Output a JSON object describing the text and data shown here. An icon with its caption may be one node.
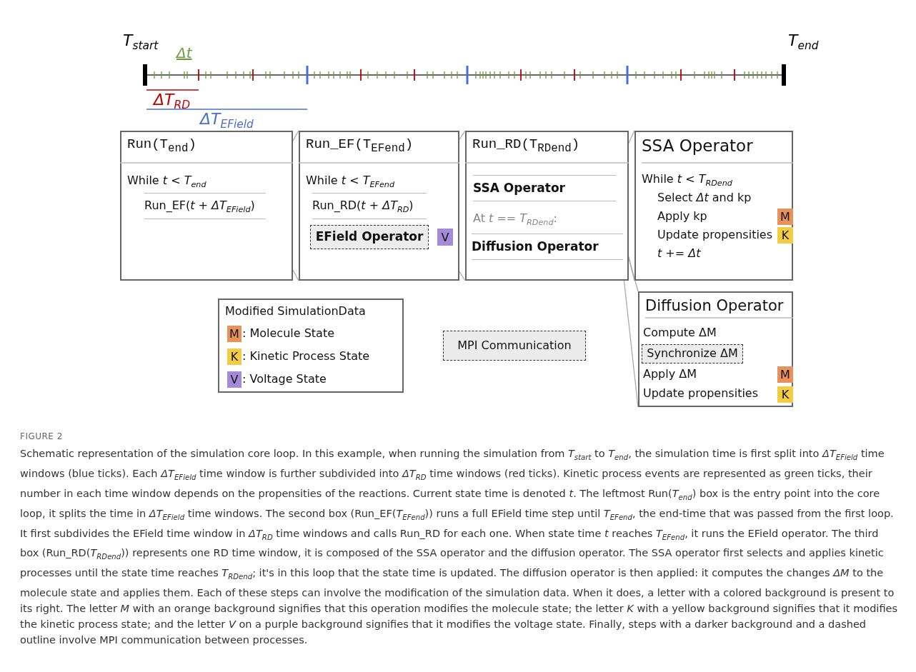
{
  "diagram": {
    "caption": "Schematic representation of the simulation core loop. In this example, when running the simulation from *T*$_{start}$ to *T*$_{end}$, the simulation time is first split into *ΔT*$_{EField}$ time windows (blue ticks). Each *ΔT*$_{EField}$ time window is further subdivided into *ΔT*$_{RD}$ time windows (red ticks). Kinetic process events are represented as green ticks, their number in each time window depends on the propensities of the reactions. Current state time is denoted *t*. The leftmost Run(*T*$_{end}$) box is the entry point into the core loop, it splits the time in *ΔT*$_{EField}$ time windows. The second box (Run_EF(*T*$_{EFend}$)) runs a full EField time step until *T*$_{EFend}$, the end-time that was passed from the first loop. It first subdivides the EField time window in *ΔT*$_{RD}$ time windows and calls Run_RD for each one. When state time *t* reaches *T*$_{EFend}$, it runs the EField operator. The third box (Run_RD(*T*$_{RDend}$)) represents one RD time window, it is composed of the SSA operator and the diffusion operator. The SSA operator first selects and applies kinetic processes until the state time reaches *T*$_{RDend}$; it's in this loop that the state time is updated. The diffusion operator is then applied: it computes the changes *ΔM* to the molecule state and applies them. Each of these steps can involve the modification of the simulation data. When it does, a letter with a colored background is present to its right. The letter *M* with an orange background signifies that this operation modifies the molecule state; the letter *K* with a yellow background signifies that it modifies the kinetic process state; and the letter *V* on a purple background signifies that it modifies the voltage state. Finally, steps with a darker background and a dashed outline involve MPI communication between processes.",
    "nodes": [
      {
        "text": [
          "Run(T$_{end}$)"
        ]
      },
      {
        "text": [
          "While *t* < *T*$_{end}$"
        ],
        "in": 0
      },
      {
        "text": [
          "Run_EF(*t* + *ΔT*$_{EField}$)"
        ],
        "in": 0
      },
      {
        "text": [
          "Run_EF(T$_{EFend}$)"
        ]
      },
      {
        "text": [
          "While *t* < *T*$_{EFend}$"
        ],
        "in": 3
      },
      {
        "text": [
          "Run_RD(*t* + *ΔT*$_{RD}$)"
        ],
        "in": 3
      },
      {
        "text": [
          "EField Operator"
        ],
        "in": 3
      },
      {
        "text": [
          "V"
        ],
        "in": 3
      },
      {
        "text": [
          "Run_RD(T$_{RDend}$)"
        ]
      },
      {
        "text": [
          "SSA Operator"
        ],
        "in": 8
      },
      {
        "text": [
          "At *t* == *T*$_{RDend}$:"
        ],
        "in": 8
      },
      {
        "text": [
          "Diffusion Operator"
        ],
        "in": 8
      },
      {
        "text": [
          "SSA Operator"
        ]
      },
      {
        "text": [
          "While *t* < *T*$_{RDend}$"
        ],
        "in": 12
      },
      {
        "text": [
          "Select *Δt* and kp"
        ],
        "in": 12
      },
      {
        "text": [
          "Apply kp"
        ],
        "in": 12
      },
      {
        "text": [
          "M"
        ],
        "in": 12
      },
      {
        "text": [
          "Update propensities"
        ],
        "in": 12
      },
      {
        "text": [
          "K"
        ],
        "in": 12
      },
      {
        "text": [
          "*t* += *Δt*"
        ],
        "in": 12
      },
      {
        "text": [
          "Modified SimulationData"
        ]
      },
      {
        "text": [
          "M"
        ],
        "in": 20,
        "beside": [
          ": Molecule State"
        ]
      },
      {
        "text": [
          "K"
        ],
        "in": 20,
        "beside": [
          ": Kinetic Process State"
        ]
      },
      {
        "text": [
          "V"
        ],
        "in": 20,
        "beside": [
          ": Voltage State"
        ]
      },
      {
        "text": [
          "MPI Communication"
        ]
      },
      {
        "text": [
          "Diffusion Operator"
        ]
      },
      {
        "text": [
          "Compute ΔM"
        ],
        "in": 25
      },
      {
        "text": [
          "Synchronize ΔM"
        ],
        "in": 25
      },
      {
        "text": [
          "Apply ΔM"
        ],
        "in": 25
      },
      {
        "text": [
          "M"
        ],
        "in": 25
      },
      {
        "text": [
          "Update propensities"
        ],
        "in": 25
      },
      {
        "text": [
          "K"
        ],
        "in": 25
      }
    ],
    "edges": [
      {
        "from": 2,
        "to": 3,
        "arrow": "none"
      },
      {
        "from": 2,
        "to": 3,
        "arrow": "none"
      },
      {
        "from": 5,
        "to": 8,
        "arrow": "none"
      },
      {
        "from": 5,
        "to": 8,
        "arrow": "none"
      },
      {
        "from": 9,
        "to": 12,
        "arrow": "none"
      },
      {
        "from": 9,
        "to": 12,
        "arrow": "none"
      },
      {
        "from": 11,
        "to": 25,
        "arrow": "none"
      },
      {
        "from": 11,
        "to": 25,
        "arrow": "none"
      }
    ],
    "labels": [
      "*T*$_{start}$",
      "*Δt*",
      "*T*$_{end}$",
      "*ΔT*$_{RD}$",
      "*ΔT*$_{EField}$",
      "FIGURE 2"
    ]
  }
}
